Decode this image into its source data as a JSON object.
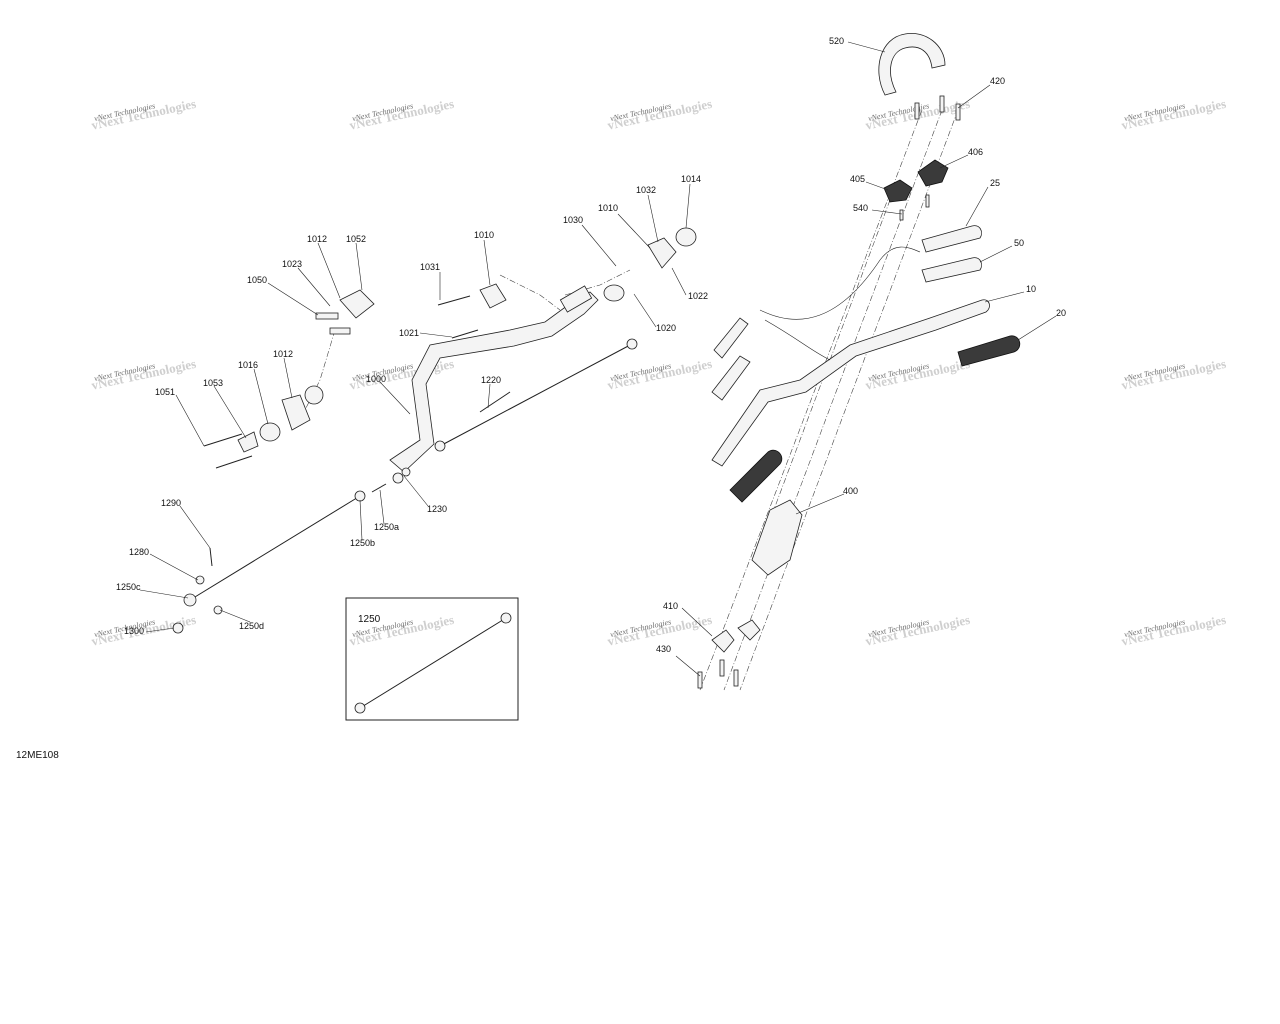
{
  "figure_code": "12ME108",
  "inset": {
    "label": "1250"
  },
  "watermark": {
    "line1": "vNext Technologies",
    "line2": "vNext Technologies"
  },
  "callouts": [
    {
      "id": "c520",
      "text": "520"
    },
    {
      "id": "c420",
      "text": "420"
    },
    {
      "id": "c406",
      "text": "406"
    },
    {
      "id": "c405",
      "text": "405"
    },
    {
      "id": "c540",
      "text": "540"
    },
    {
      "id": "c25",
      "text": "25"
    },
    {
      "id": "c50",
      "text": "50"
    },
    {
      "id": "c10",
      "text": "10"
    },
    {
      "id": "c20",
      "text": "20"
    },
    {
      "id": "c400",
      "text": "400"
    },
    {
      "id": "c410",
      "text": "410"
    },
    {
      "id": "c430",
      "text": "430"
    },
    {
      "id": "c1014",
      "text": "1014"
    },
    {
      "id": "c1032",
      "text": "1032"
    },
    {
      "id": "c1010a",
      "text": "1010"
    },
    {
      "id": "c1030",
      "text": "1030"
    },
    {
      "id": "c1010b",
      "text": "1010"
    },
    {
      "id": "c1031",
      "text": "1031"
    },
    {
      "id": "c1022",
      "text": "1022"
    },
    {
      "id": "c1020",
      "text": "1020"
    },
    {
      "id": "c1021",
      "text": "1021"
    },
    {
      "id": "c1012a",
      "text": "1012"
    },
    {
      "id": "c1052",
      "text": "1052"
    },
    {
      "id": "c1023",
      "text": "1023"
    },
    {
      "id": "c1050",
      "text": "1050"
    },
    {
      "id": "c1000",
      "text": "1000"
    },
    {
      "id": "c1016",
      "text": "1016"
    },
    {
      "id": "c1012b",
      "text": "1012"
    },
    {
      "id": "c1053",
      "text": "1053"
    },
    {
      "id": "c1051",
      "text": "1051"
    },
    {
      "id": "c1220",
      "text": "1220"
    },
    {
      "id": "c1230",
      "text": "1230"
    },
    {
      "id": "c1250a",
      "text": "1250a"
    },
    {
      "id": "c1250b",
      "text": "1250b"
    },
    {
      "id": "c1290",
      "text": "1290"
    },
    {
      "id": "c1280",
      "text": "1280"
    },
    {
      "id": "c1250c",
      "text": "1250c"
    },
    {
      "id": "c1250d",
      "text": "1250d"
    },
    {
      "id": "c1300",
      "text": "1300"
    }
  ]
}
